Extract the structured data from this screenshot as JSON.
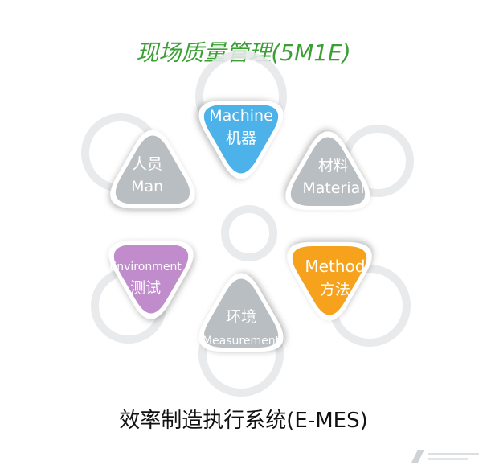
{
  "title": "现场质量管理(5M1E)",
  "footer": "效率制造执行系统(E-MES)",
  "colors": {
    "title": "#3aa033",
    "gray": "#b9bec2",
    "blue": "#4db2ea",
    "orange": "#f7a21c",
    "purple": "#c08ccb"
  },
  "segments": [
    {
      "id": "machine",
      "line1": "Machine",
      "line2": "机器",
      "color": "blue"
    },
    {
      "id": "material",
      "line1": "材料",
      "line2": "Material",
      "color": "gray"
    },
    {
      "id": "method",
      "line1": "Method",
      "line2": "方法",
      "color": "orange"
    },
    {
      "id": "measurement",
      "line1": "环境",
      "line2": "Measurement",
      "color": "gray"
    },
    {
      "id": "environment",
      "line1": "Environment",
      "line2": "测试",
      "color": "purple"
    },
    {
      "id": "man",
      "line1": "人员",
      "line2": "Man",
      "color": "gray"
    }
  ]
}
